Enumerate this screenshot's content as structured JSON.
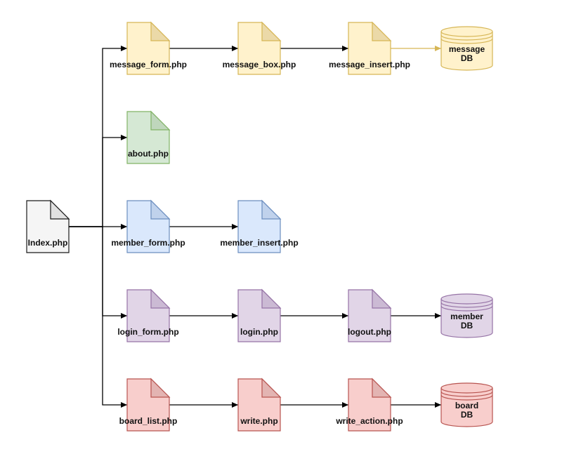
{
  "diagram": {
    "colors": {
      "edge": "#000000",
      "gray": {
        "fill": "#f5f5f5",
        "stroke": "#1a1a1a",
        "fold": "#e1e1e1"
      },
      "yellow": {
        "fill": "#fff2cc",
        "stroke": "#d6b656",
        "fold": "#ebd9a8"
      },
      "green": {
        "fill": "#d5e8d4",
        "stroke": "#82b366",
        "fold": "#bfd6bc"
      },
      "blue": {
        "fill": "#dae8fc",
        "stroke": "#6c8ebf",
        "fold": "#c0d2ec"
      },
      "purple": {
        "fill": "#e1d5e7",
        "stroke": "#9673a6",
        "fold": "#cbbad4"
      },
      "red": {
        "fill": "#f8cecc",
        "stroke": "#b85450",
        "fold": "#e3b4b2"
      }
    },
    "nodes": {
      "index": {
        "label": "Index.php",
        "shape": "file",
        "color": "gray"
      },
      "message_form": {
        "label": "message_form.php",
        "shape": "file",
        "color": "yellow"
      },
      "message_box": {
        "label": "message_box.php",
        "shape": "file",
        "color": "yellow"
      },
      "message_insert": {
        "label": "message_insert.php",
        "shape": "file",
        "color": "yellow"
      },
      "message_db": {
        "label": [
          "message",
          "DB"
        ],
        "shape": "database",
        "color": "yellow"
      },
      "about": {
        "label": "about.php",
        "shape": "file",
        "color": "green"
      },
      "member_form": {
        "label": "member_form.php",
        "shape": "file",
        "color": "blue"
      },
      "member_insert": {
        "label": "member_insert.php",
        "shape": "file",
        "color": "blue"
      },
      "login_form": {
        "label": "login_form.php",
        "shape": "file",
        "color": "purple"
      },
      "login": {
        "label": "login.php",
        "shape": "file",
        "color": "purple"
      },
      "logout": {
        "label": "logout.php",
        "shape": "file",
        "color": "purple"
      },
      "member_db": {
        "label": [
          "member",
          "DB"
        ],
        "shape": "database",
        "color": "purple"
      },
      "board_list": {
        "label": "board_list.php",
        "shape": "file",
        "color": "red"
      },
      "write": {
        "label": "write.php",
        "shape": "file",
        "color": "red"
      },
      "write_action": {
        "label": "write_action.php",
        "shape": "file",
        "color": "red"
      },
      "board_db": {
        "label": [
          "board",
          "DB"
        ],
        "shape": "database",
        "color": "red"
      }
    },
    "edges": [
      {
        "from": "index",
        "to": "message_form"
      },
      {
        "from": "index",
        "to": "about"
      },
      {
        "from": "index",
        "to": "member_form"
      },
      {
        "from": "index",
        "to": "login_form"
      },
      {
        "from": "index",
        "to": "board_list"
      },
      {
        "from": "message_form",
        "to": "message_box"
      },
      {
        "from": "message_box",
        "to": "message_insert"
      },
      {
        "from": "message_insert",
        "to": "message_db",
        "color": "yellow"
      },
      {
        "from": "member_form",
        "to": "member_insert"
      },
      {
        "from": "login_form",
        "to": "login"
      },
      {
        "from": "login",
        "to": "logout"
      },
      {
        "from": "logout",
        "to": "member_db"
      },
      {
        "from": "board_list",
        "to": "write"
      },
      {
        "from": "write",
        "to": "write_action"
      },
      {
        "from": "write_action",
        "to": "board_db"
      }
    ]
  }
}
